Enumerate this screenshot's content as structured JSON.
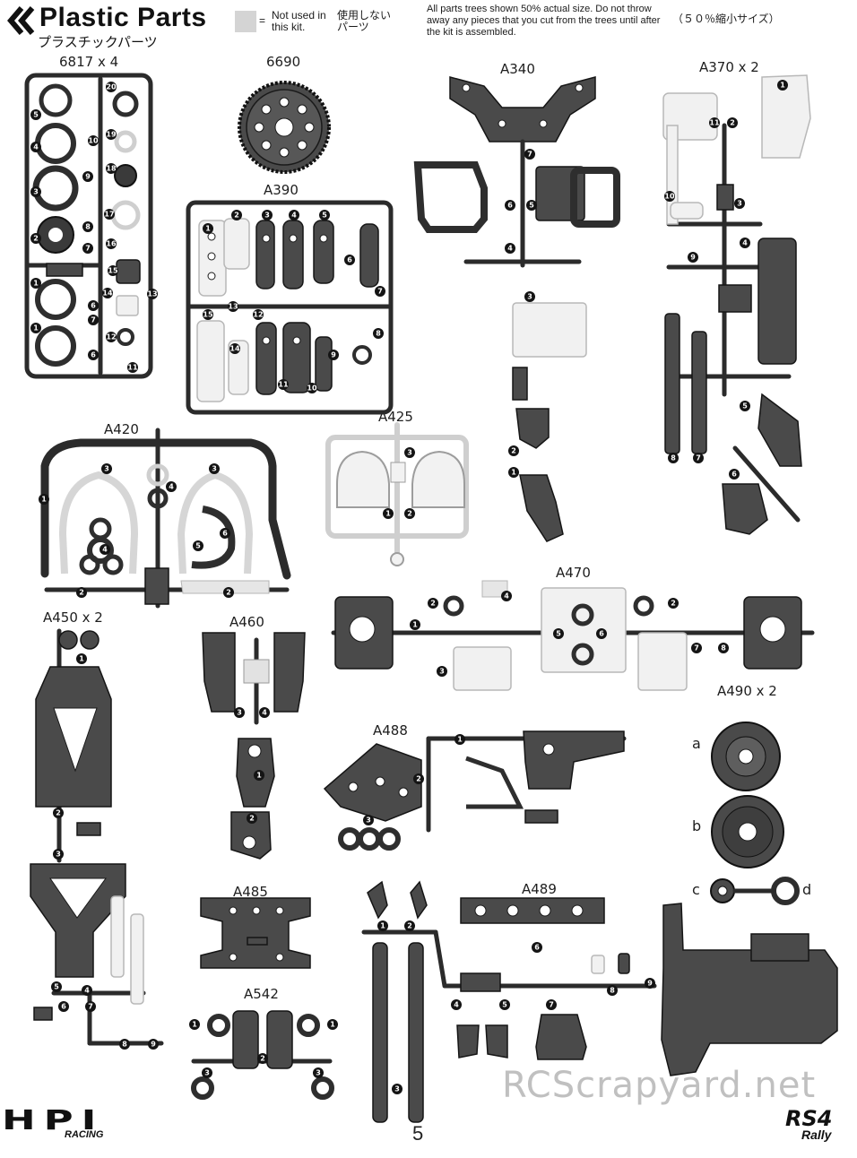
{
  "header": {
    "title": "Plastic Parts",
    "title_jp": "プラスチックパーツ",
    "legend_symbol": "=",
    "legend_text_en": "Not used in this kit.",
    "legend_text_jp": "使用しない パーツ",
    "note": "All parts trees shown 50% actual size. Do not throw away any pieces that you cut from the trees until after the kit is assembled.",
    "note_jp": "（５０％縮小サイズ）"
  },
  "trees": {
    "t6817": "6817 x 4",
    "t6690": "6690",
    "a340": "A340",
    "a370": "A370 x 2",
    "a390": "A390",
    "a420": "A420",
    "a425": "A425",
    "a470": "A470",
    "a450": "A450 x 2",
    "a460": "A460",
    "a490": "A490 x 2",
    "a488": "A488",
    "a485": "A485",
    "a489": "A489",
    "a542": "A542"
  },
  "a490_letters": [
    "a",
    "b",
    "c",
    "d"
  ],
  "footer": {
    "brand": "HPI",
    "brand_sub": "RACING",
    "page_number": "5",
    "watermark": "RCScrapyard.net",
    "product_logo": "RS4",
    "product_logo_sub": "Rally"
  }
}
